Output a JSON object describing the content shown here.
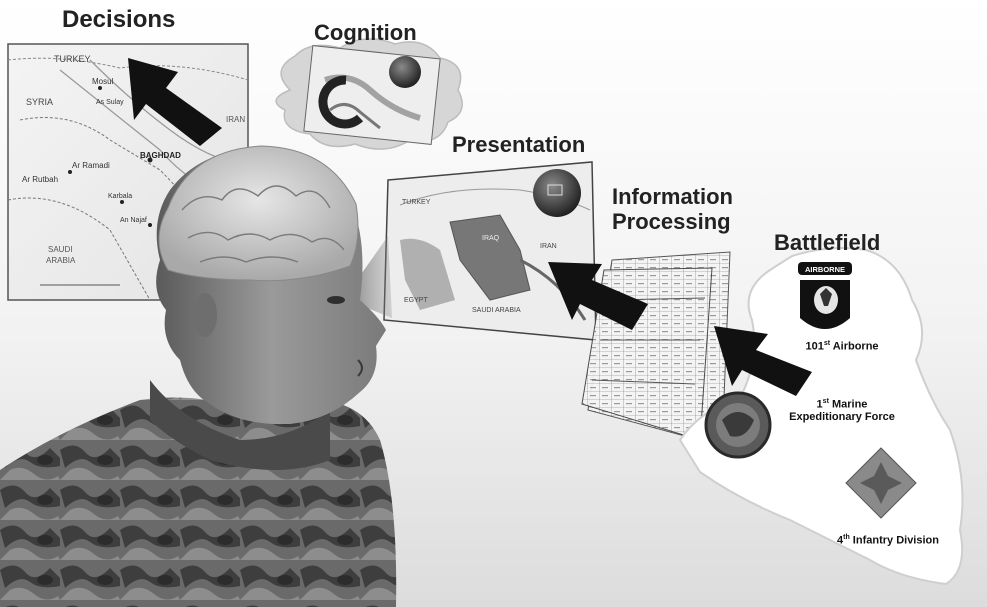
{
  "stages": [
    {
      "label": "Decisions"
    },
    {
      "label": "Cognition"
    },
    {
      "label": "Presentation"
    },
    {
      "label": "Information Processing"
    },
    {
      "label": "Battlefield"
    }
  ],
  "units": {
    "airborne_num": "101",
    "airborne_sup": "st",
    "airborne": "Airborne",
    "marine_num": "1",
    "marine_sup": "st",
    "marine_line1": "Marine",
    "marine_line2": "Expeditionary Force",
    "infantry_num": "4",
    "infantry_sup": "th",
    "infantry": "Infantry Division",
    "airborne_tab": "AIRBORNE"
  },
  "decisions_map": {
    "turkey": "TURKEY",
    "syria": "SYRIA",
    "mosul": "Mosul",
    "as_sulay": "As Sulay",
    "baghdad": "BAGHDAD",
    "ar_ramadi": "Ar Ramadi",
    "ar_rutbah": "Ar Rutbah",
    "karbala": "Karbala",
    "an_najaf": "An Najaf",
    "saudi": "SAUDI",
    "arabia": "ARABIA",
    "iran": "IRAN"
  },
  "presentation_map": {
    "turkey": "TURKEY",
    "iraq": "IRAQ",
    "iran": "IRAN",
    "egypt": "EGYPT",
    "saudi": "SAUDI ARABIA"
  }
}
